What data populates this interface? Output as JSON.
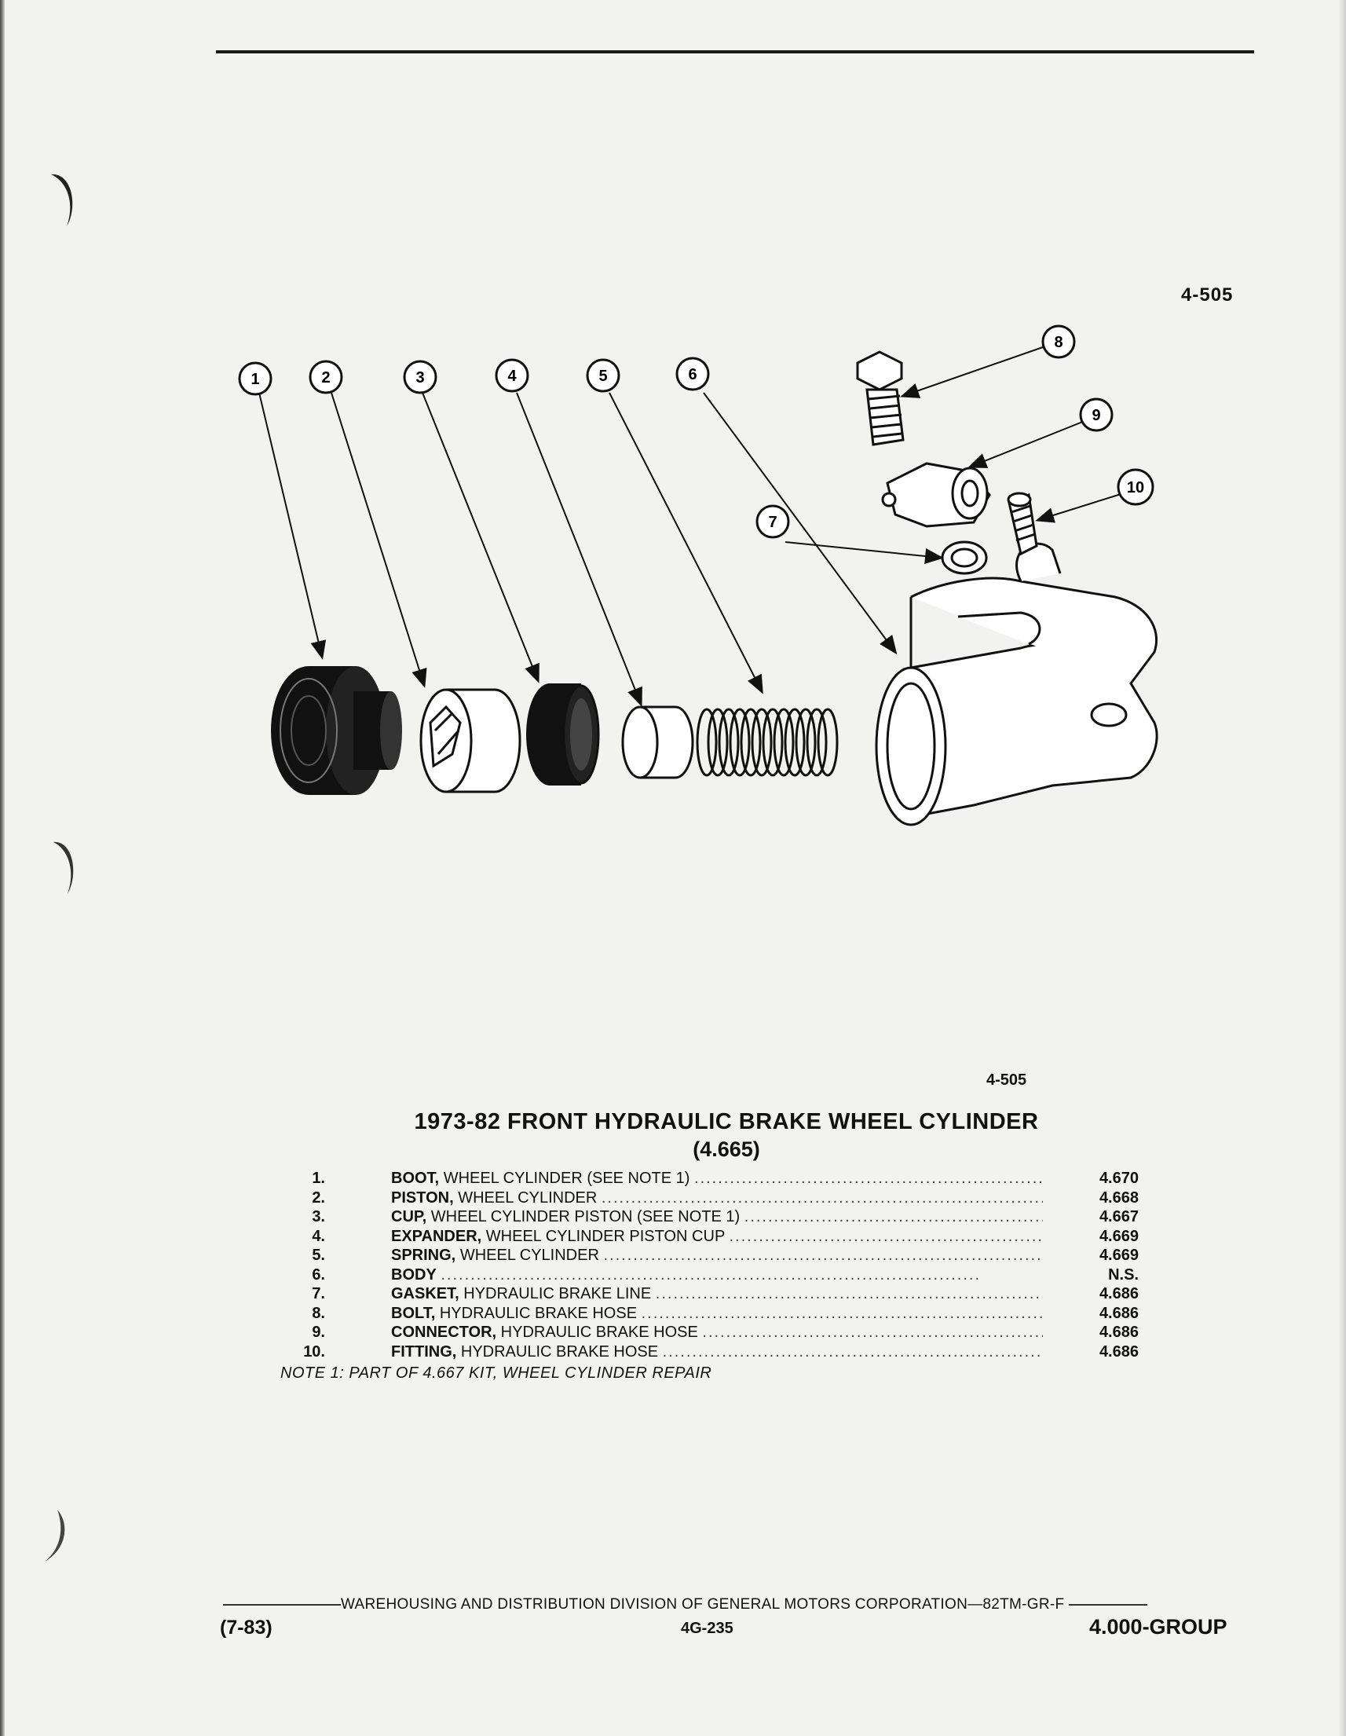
{
  "header": {
    "figure_ref": "4-505"
  },
  "figure": {
    "callouts": [
      "1",
      "2",
      "3",
      "4",
      "5",
      "6",
      "7",
      "8",
      "9",
      "10"
    ]
  },
  "caption": {
    "figure_ref": "4-505",
    "title": "1973-82 FRONT HYDRAULIC BRAKE WHEEL CYLINDER",
    "subtitle": "(4.665)"
  },
  "parts": [
    {
      "num": "1.",
      "name": "BOOT,",
      "desc": "WHEEL CYLINDER (SEE NOTE 1)",
      "code": "4.670"
    },
    {
      "num": "2.",
      "name": "PISTON,",
      "desc": "WHEEL CYLINDER",
      "code": "4.668"
    },
    {
      "num": "3.",
      "name": "CUP,",
      "desc": "WHEEL CYLINDER PISTON (SEE NOTE 1)",
      "code": "4.667"
    },
    {
      "num": "4.",
      "name": "EXPANDER,",
      "desc": "WHEEL CYLINDER PISTON CUP",
      "code": "4.669"
    },
    {
      "num": "5.",
      "name": "SPRING,",
      "desc": "WHEEL CYLINDER",
      "code": "4.669"
    },
    {
      "num": "6.",
      "name": "BODY",
      "desc": "",
      "code": "N.S."
    },
    {
      "num": "7.",
      "name": "GASKET,",
      "desc": "HYDRAULIC BRAKE LINE",
      "code": "4.686"
    },
    {
      "num": "8.",
      "name": "BOLT,",
      "desc": "HYDRAULIC BRAKE HOSE",
      "code": "4.686"
    },
    {
      "num": "9.",
      "name": "CONNECTOR,",
      "desc": "HYDRAULIC BRAKE HOSE",
      "code": "4.686"
    },
    {
      "num": "10.",
      "name": "FITTING,",
      "desc": "HYDRAULIC BRAKE HOSE",
      "code": "4.686"
    }
  ],
  "note": "NOTE 1: PART OF 4.667 KIT, WHEEL CYLINDER REPAIR",
  "footer": {
    "publisher": "WAREHOUSING AND DISTRIBUTION  DIVISION OF GENERAL MOTORS CORPORATION—82TM-GR-F",
    "date": "(7-83)",
    "page": "4G-235",
    "group": "4.000-GROUP"
  }
}
